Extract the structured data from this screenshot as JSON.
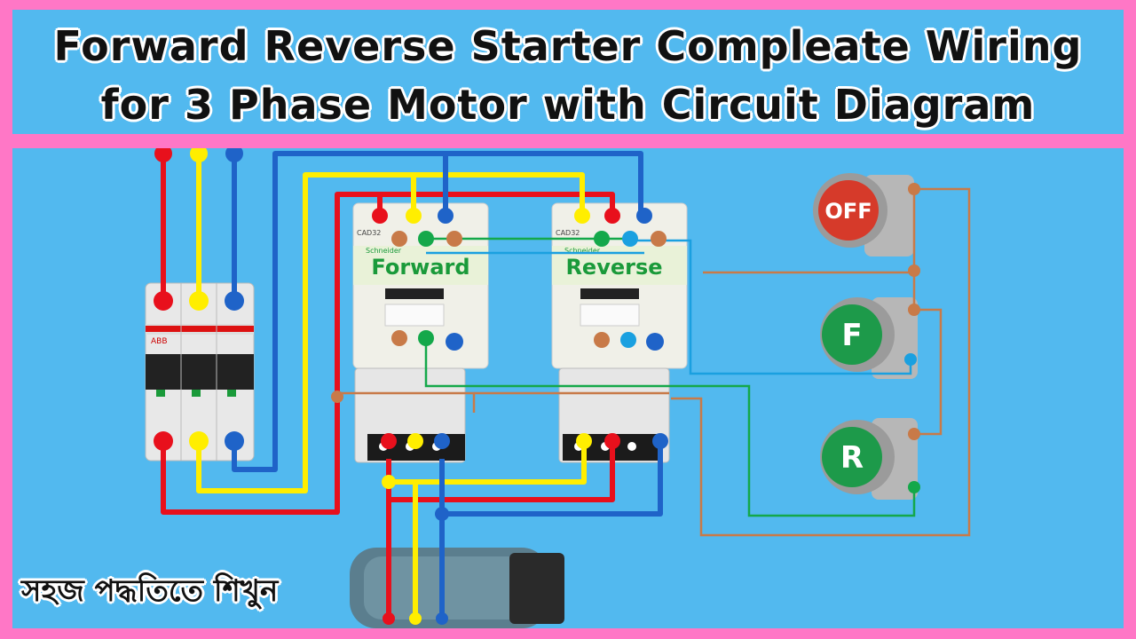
{
  "title": {
    "line1": "Forward Reverse Starter Compleate Wiring",
    "line2": "for 3 Phase Motor with Circuit Diagram"
  },
  "contactors": {
    "forward_label": "Forward",
    "reverse_label": "Reverse",
    "brand": "Schneider",
    "model": "CAD32"
  },
  "breaker": {
    "brand": "ABB"
  },
  "buttons": {
    "off_label": "OFF",
    "forward_label": "F",
    "reverse_label": "R"
  },
  "footer": {
    "label": "সহজ পদ্ধতিতে শিখুন"
  },
  "colors": {
    "phase_red": "#e8101c",
    "phase_yellow": "#ffee00",
    "phase_blue": "#1f63c8",
    "control_brown": "#c87a48",
    "control_green": "#14a84a",
    "off_button": "#d63a2a",
    "start_button": "#1d9a4a"
  }
}
